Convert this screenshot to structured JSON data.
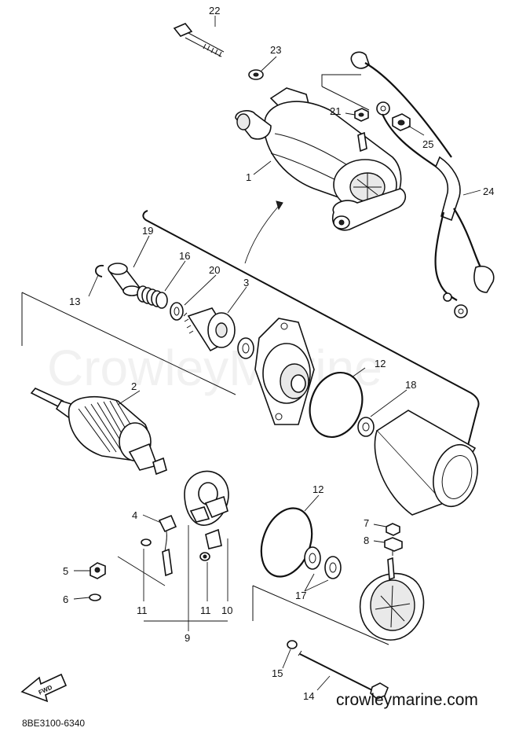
{
  "watermark": "CrowleyMarine",
  "website": "crowleymarine.com",
  "diagram_code": "8BE3100-6340",
  "fwd_label": "FWD",
  "callouts": [
    {
      "id": "1",
      "label": "1"
    },
    {
      "id": "2",
      "label": "2"
    },
    {
      "id": "3",
      "label": "3"
    },
    {
      "id": "4",
      "label": "4"
    },
    {
      "id": "5",
      "label": "5"
    },
    {
      "id": "6",
      "label": "6"
    },
    {
      "id": "7",
      "label": "7"
    },
    {
      "id": "8",
      "label": "8"
    },
    {
      "id": "9",
      "label": "9"
    },
    {
      "id": "10",
      "label": "10"
    },
    {
      "id": "11a",
      "label": "11"
    },
    {
      "id": "11b",
      "label": "11"
    },
    {
      "id": "12a",
      "label": "12"
    },
    {
      "id": "12b",
      "label": "12"
    },
    {
      "id": "13",
      "label": "13"
    },
    {
      "id": "14",
      "label": "14"
    },
    {
      "id": "15",
      "label": "15"
    },
    {
      "id": "16",
      "label": "16"
    },
    {
      "id": "17",
      "label": "17"
    },
    {
      "id": "18",
      "label": "18"
    },
    {
      "id": "19",
      "label": "19"
    },
    {
      "id": "20",
      "label": "20"
    },
    {
      "id": "21",
      "label": "21"
    },
    {
      "id": "22",
      "label": "22"
    },
    {
      "id": "23",
      "label": "23"
    },
    {
      "id": "24",
      "label": "24"
    },
    {
      "id": "25",
      "label": "25"
    }
  ]
}
